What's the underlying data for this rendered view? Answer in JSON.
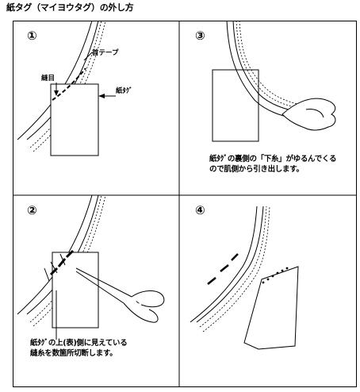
{
  "title": "紙タグ（マイヨウタグ）の外し方",
  "steps": [
    {
      "number": "①",
      "labels": {
        "neck_tape": "首テープ",
        "seam": "縫目",
        "paper_tag": "紙ﾀｸﾞ"
      },
      "caption": []
    },
    {
      "number": "②",
      "labels": {},
      "caption": [
        "紙ﾀｸﾞの上(表)側に見えている",
        "縫糸を数箇所切断します。"
      ]
    },
    {
      "number": "③",
      "labels": {},
      "caption": [
        "紙ﾀｸﾞの裏側の「下糸」がゆるんでくる",
        "ので肌側から引き出します。"
      ]
    },
    {
      "number": "④",
      "labels": {},
      "caption": []
    }
  ],
  "icons": [
    "scissors-icon",
    "hand-icon"
  ]
}
